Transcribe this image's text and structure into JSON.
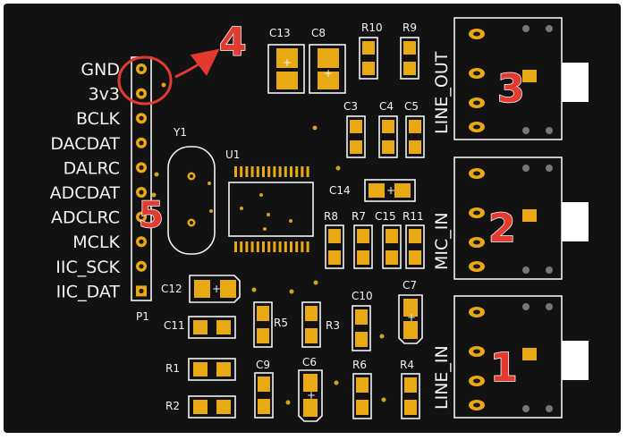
{
  "colors": {
    "board": "#121212",
    "silkscreen": "#f2f2f2",
    "pad": "#e9a914",
    "callout": "#e23a2e"
  },
  "header_pins": [
    {
      "label": "GND"
    },
    {
      "label": "3v3"
    },
    {
      "label": "BCLK"
    },
    {
      "label": "DACDAT"
    },
    {
      "label": "DALRC"
    },
    {
      "label": "ADCDAT"
    },
    {
      "label": "ADCLRC"
    },
    {
      "label": "MCLK"
    },
    {
      "label": "IIC_SCK"
    },
    {
      "label": "IIC_DAT"
    }
  ],
  "header_ref": "P1",
  "crystal_ref": "Y1",
  "ic_ref": "U1",
  "components": {
    "c13": "C13",
    "c8": "C8",
    "r10": "R10",
    "r9": "R9",
    "c3": "C3",
    "c4": "C4",
    "c5": "C5",
    "c14": "C14",
    "r8": "R8",
    "r7": "R7",
    "c15": "C15",
    "r11": "R11",
    "c12": "C12",
    "c11": "C11",
    "r5": "R5",
    "r3": "R3",
    "c10": "C10",
    "c7": "C7",
    "r1": "R1",
    "r2": "R2",
    "c9": "C9",
    "c6": "C6",
    "r6": "R6",
    "r4": "R4"
  },
  "connectors": {
    "line_out": "LINE_OUT",
    "mic_in": "MIC_IN",
    "line_in": "LINE_IN"
  },
  "callouts": {
    "n1": "1",
    "n2": "2",
    "n3": "3",
    "n4": "4",
    "n5": "5"
  },
  "plus_sign": "+"
}
